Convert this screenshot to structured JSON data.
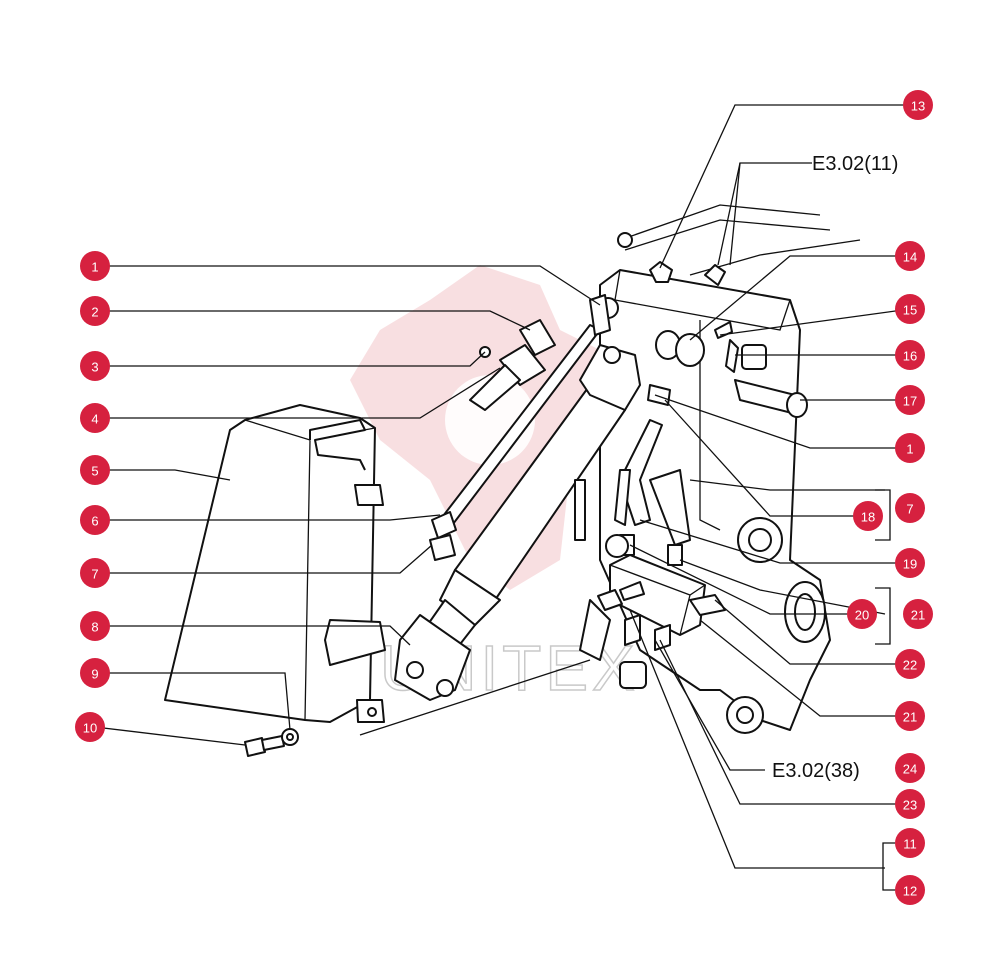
{
  "watermark": {
    "text": "UNITEX"
  },
  "references": [
    {
      "id": "ref-e302-11",
      "label": "E3.02(11)"
    },
    {
      "id": "ref-e302-38",
      "label": "E3.02(38)"
    }
  ],
  "callouts": [
    {
      "n": "1",
      "key": "1a"
    },
    {
      "n": "2",
      "key": "2"
    },
    {
      "n": "3",
      "key": "3"
    },
    {
      "n": "4",
      "key": "4"
    },
    {
      "n": "5",
      "key": "5"
    },
    {
      "n": "6",
      "key": "6"
    },
    {
      "n": "7",
      "key": "7a"
    },
    {
      "n": "8",
      "key": "8"
    },
    {
      "n": "9",
      "key": "9"
    },
    {
      "n": "10",
      "key": "10"
    },
    {
      "n": "13",
      "key": "13"
    },
    {
      "n": "14",
      "key": "14"
    },
    {
      "n": "15",
      "key": "15"
    },
    {
      "n": "16",
      "key": "16"
    },
    {
      "n": "17",
      "key": "17"
    },
    {
      "n": "1",
      "key": "1b"
    },
    {
      "n": "18",
      "key": "18"
    },
    {
      "n": "7",
      "key": "7b"
    },
    {
      "n": "19",
      "key": "19"
    },
    {
      "n": "20",
      "key": "20"
    },
    {
      "n": "21",
      "key": "21a"
    },
    {
      "n": "22",
      "key": "22"
    },
    {
      "n": "21",
      "key": "21b"
    },
    {
      "n": "24",
      "key": "24"
    },
    {
      "n": "23",
      "key": "23"
    },
    {
      "n": "11",
      "key": "11"
    },
    {
      "n": "12",
      "key": "12"
    }
  ],
  "colors": {
    "callout": "#d6213f",
    "line": "#111111",
    "watermark": "#f2c4c8"
  }
}
